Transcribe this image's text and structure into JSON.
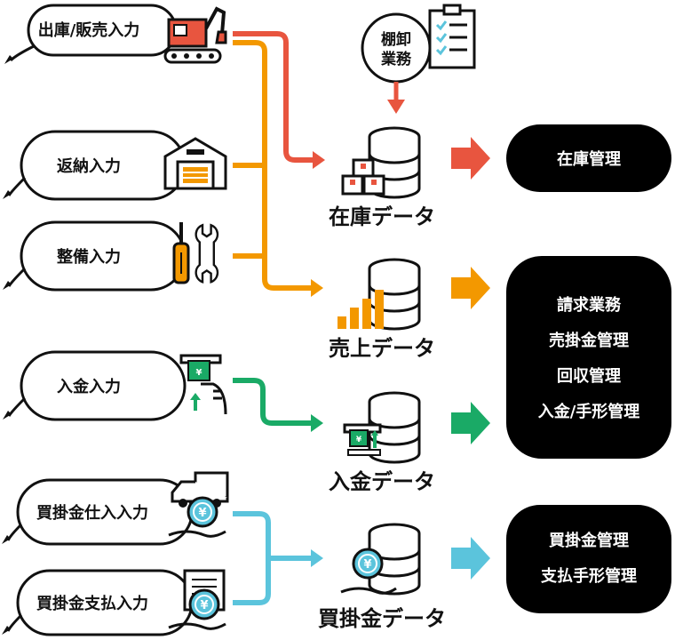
{
  "inputs": [
    {
      "label": "出庫/販売入力"
    },
    {
      "label": "返納入力"
    },
    {
      "label": "整備入力"
    },
    {
      "label": "入金入力"
    },
    {
      "label": "買掛金仕入入力"
    },
    {
      "label": "買掛金支払入力"
    }
  ],
  "databases": [
    {
      "label": "在庫データ"
    },
    {
      "label": "売上データ"
    },
    {
      "label": "入金データ"
    },
    {
      "label": "買掛金データ"
    }
  ],
  "badge": {
    "line1": "棚卸",
    "line2": "業務"
  },
  "outputs": {
    "inventory": {
      "lines": [
        "在庫管理"
      ]
    },
    "billing": {
      "lines": [
        "請求業務",
        "売掛金管理",
        "回収管理",
        "入金/手形管理"
      ]
    },
    "payables": {
      "lines": [
        "買掛金管理",
        "支払手形管理"
      ]
    }
  },
  "colors": {
    "red": "#e8553f",
    "orange": "#f39800",
    "green": "#1aaa66",
    "cyan": "#5bc4dc",
    "black": "#000000"
  },
  "icons": [
    "excavator-icon",
    "warehouse-icon",
    "tools-icon",
    "atm-icon",
    "truck-yen-icon",
    "invoice-yen-icon",
    "clipboard-icon",
    "database-icon",
    "bar-chart-icon",
    "yen-coin-icon",
    "pencil-icon"
  ]
}
